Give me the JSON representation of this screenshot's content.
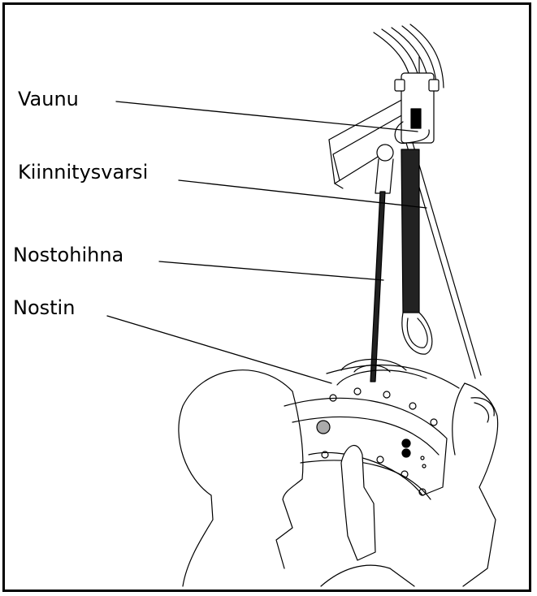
{
  "labels": {
    "carriage": "Vaunu",
    "attachment_arm": "Kiinnitysvarsi",
    "lifting_strap": "Nostohihna",
    "lifter": "Nostin"
  }
}
